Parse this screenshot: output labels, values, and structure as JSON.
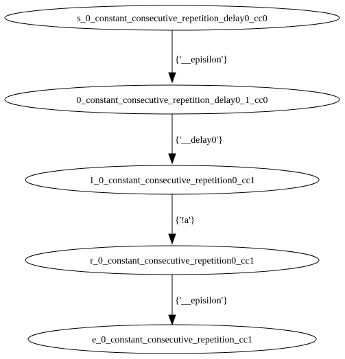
{
  "graph": {
    "nodes": [
      {
        "id": "n0",
        "label": "s_0_constant_consecutive_repetition_delay0_cc0"
      },
      {
        "id": "n1",
        "label": "0_constant_consecutive_repetition_delay0_1_cc0"
      },
      {
        "id": "n2",
        "label": "1_0_constant_consecutive_repetition0_cc1"
      },
      {
        "id": "n3",
        "label": "r_0_constant_consecutive_repetition0_cc1"
      },
      {
        "id": "n4",
        "label": "e_0_constant_consecutive_repetition_cc1"
      }
    ],
    "edges": [
      {
        "from": "n0",
        "to": "n1",
        "label": "{'__episilon'}"
      },
      {
        "from": "n1",
        "to": "n2",
        "label": "{'__delay0'}"
      },
      {
        "from": "n2",
        "to": "n3",
        "label": "{'!a'}"
      },
      {
        "from": "n3",
        "to": "n4",
        "label": "{'__episilon'}"
      }
    ],
    "colors": {
      "stroke": "#000000",
      "fill": "#ffffff",
      "background": "#ffffff"
    }
  }
}
